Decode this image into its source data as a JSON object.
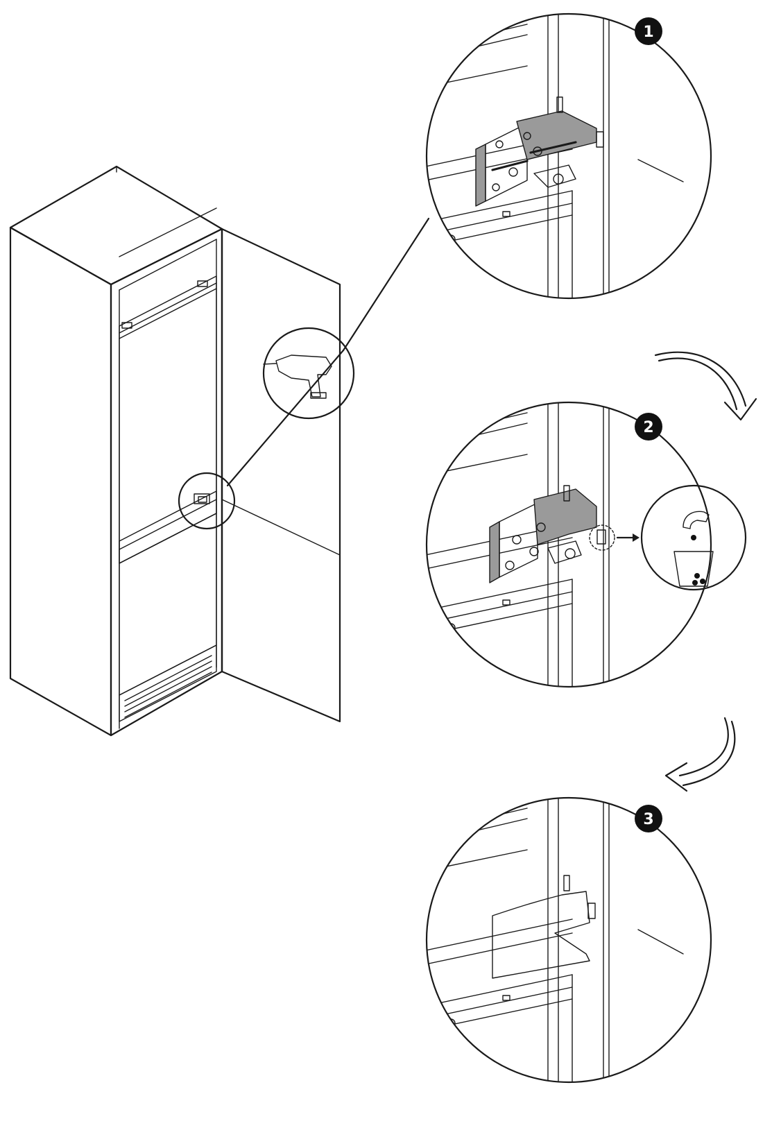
{
  "steps": [
    {
      "number": "1"
    },
    {
      "number": "2"
    },
    {
      "number": "3"
    }
  ],
  "icons": {
    "tool": "power-drill-icon",
    "discard": "discard-in-bin-icon",
    "flow": "curved-arrow-icon"
  },
  "colors": {
    "line": "#1a1a1a",
    "hinge_fill": "#9a9a9a",
    "cover_fill": "#a8a8a8",
    "badge": "#111111"
  }
}
